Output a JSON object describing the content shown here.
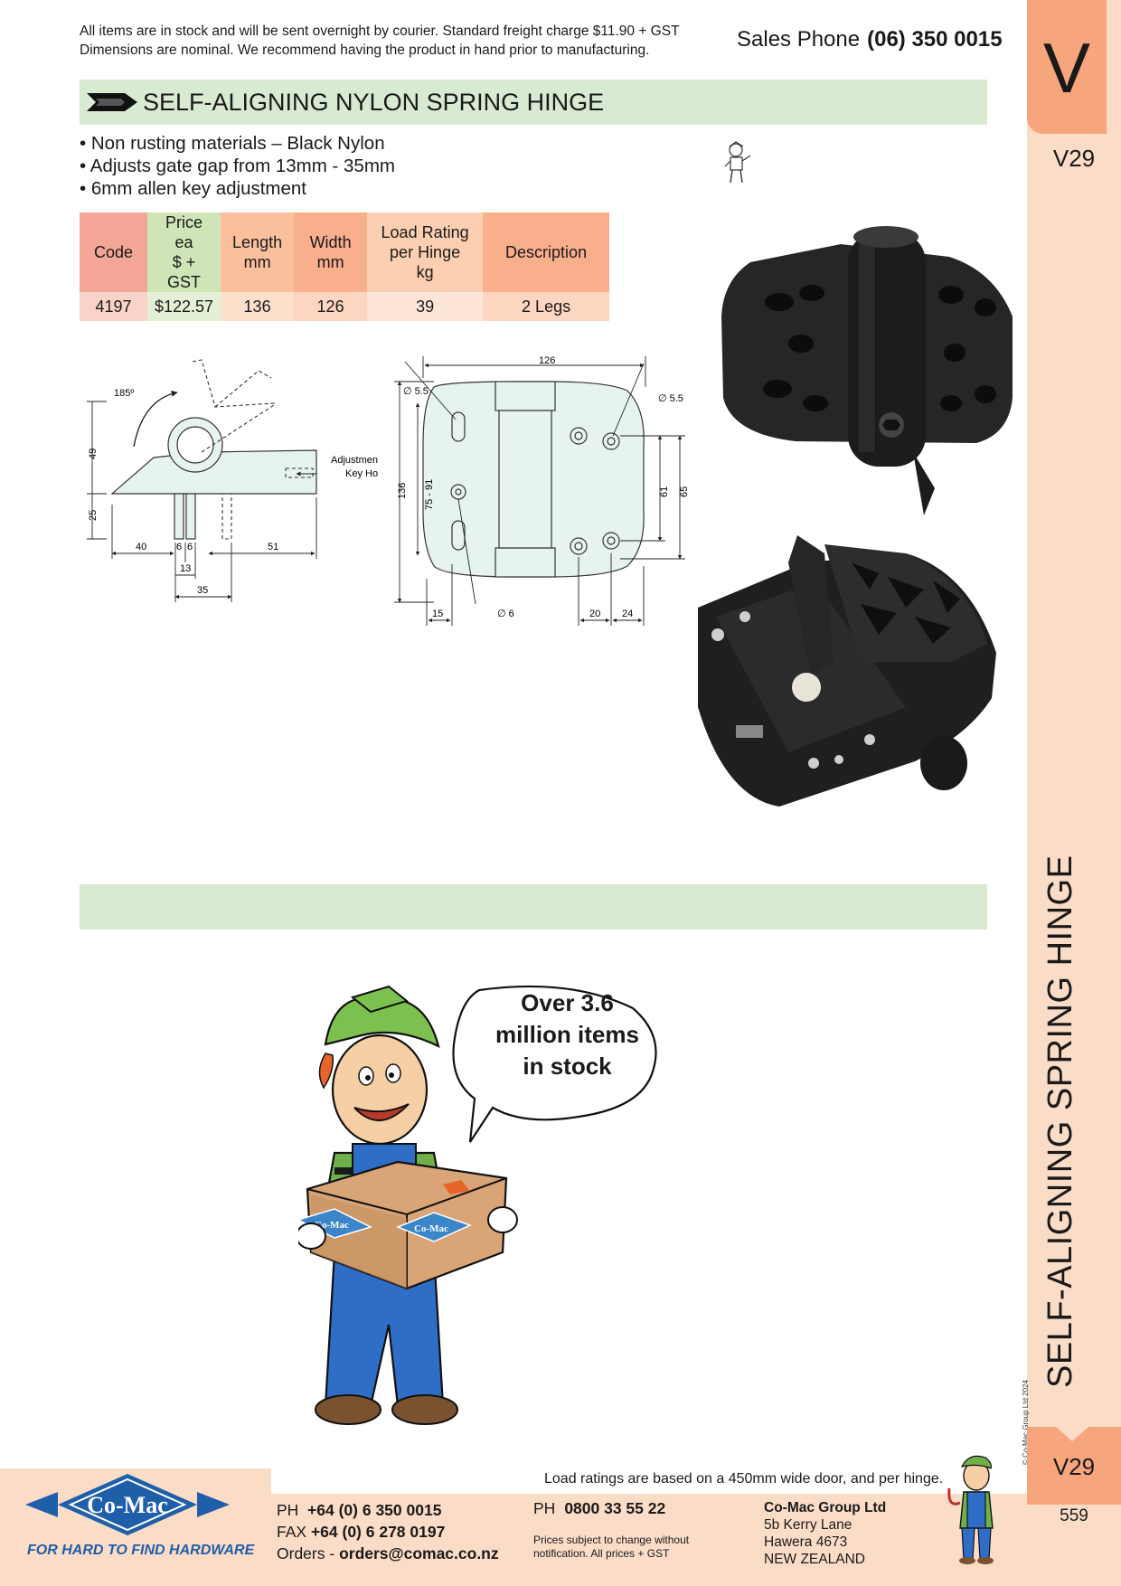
{
  "notice": {
    "line1": "All items are in stock and will be sent overnight by courier. Standard freight charge $11.90 + GST",
    "line2": "Dimensions are nominal. We recommend having the product in hand prior to manufacturing."
  },
  "sales": {
    "label": "Sales Phone",
    "number": "(06) 350 0015"
  },
  "side": {
    "letter": "V",
    "code": "V29",
    "vertical_title": "SELF-ALIGNING SPRING HINGE",
    "page": "559",
    "copyright": "© Co-Mac Group Ltd 2024"
  },
  "product": {
    "title": "SELF-ALIGNING NYLON SPRING HINGE",
    "features": [
      "Non rusting materials – Black Nylon",
      "Adjusts gate gap from 13mm - 35mm",
      "6mm allen key adjustment"
    ]
  },
  "table": {
    "headers": [
      [
        "Code"
      ],
      [
        "Price ea",
        "$ + GST"
      ],
      [
        "Length",
        "mm"
      ],
      [
        "Width",
        "mm"
      ],
      [
        "Load Rating",
        "per Hinge",
        "kg"
      ],
      [
        "Description"
      ]
    ],
    "rows": [
      [
        "4197",
        "$122.57",
        "136",
        "126",
        "39",
        "2 Legs"
      ]
    ]
  },
  "diagram_side": {
    "angle": "185º",
    "adjustment": "Adjustment",
    "key_hole": "Key Hole",
    "d49": "49",
    "d25": "25",
    "d40": "40",
    "d6a": "6",
    "d6b": "6",
    "d13": "13",
    "d35": "35",
    "d51": "51"
  },
  "diagram_front": {
    "d126": "126",
    "d55a": "∅ 5.5",
    "d55b": "∅ 5.5",
    "d136": "136",
    "d7591": "75 - 91",
    "d61": "61",
    "d65": "65",
    "d15": "15",
    "d6": "∅ 6",
    "d20": "20",
    "d24": "24"
  },
  "promo": {
    "line1": "Over 3.6",
    "line2": "million items",
    "line3": "in stock",
    "box_logo": "Co-Mac"
  },
  "footer": {
    "load_note": "Load ratings are based on a 450mm wide door, and per hinge.",
    "logo": "Co-Mac",
    "tagline": "FOR HARD TO FIND HARDWARE",
    "ph_label": "PH",
    "ph": "+64 (0) 6 350 0015",
    "fax_label": "FAX",
    "fax": "+64 (0) 6 278 0197",
    "orders_label": "Orders -",
    "orders": "orders@comac.co.nz",
    "ph2_label": "PH",
    "ph2": "0800 33 55 22",
    "prices_note": "Prices subject to change without notification. All prices + GST",
    "company": "Co-Mac Group Ltd",
    "addr1": "5b Kerry Lane",
    "addr2": "Hawera 4673",
    "addr3": "NEW ZEALAND"
  },
  "colors": {
    "band": "#d9ead3",
    "accent_orange": "#f6a57d",
    "side_strip": "#fbdcc6",
    "brand_blue": "#1f5fa9"
  }
}
